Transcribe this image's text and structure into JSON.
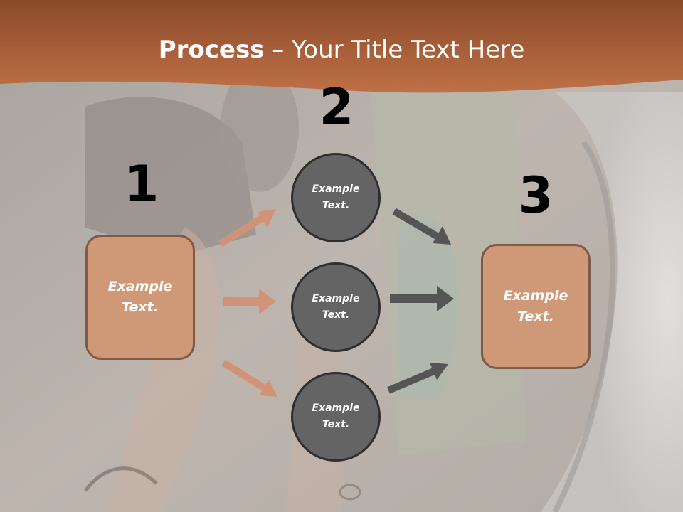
{
  "slide": {
    "title_bold": "Process",
    "title_rest": " – Your Title Text Here",
    "step_numbers": [
      "1",
      "2",
      "3"
    ],
    "left_box_text": "Example Text.",
    "right_box_text": "Example Text.",
    "circles": [
      {
        "text": "Example Text."
      },
      {
        "text": "Example Text."
      },
      {
        "text": "Example Text."
      }
    ]
  },
  "colors": {
    "header": "#b5643a",
    "box_fill": "#cf9876",
    "box_border": "#7e5a48",
    "circle_fill": "#646464",
    "circle_border": "#2e2e2e",
    "arrow_light": "#d09377",
    "arrow_dark": "#555555"
  }
}
